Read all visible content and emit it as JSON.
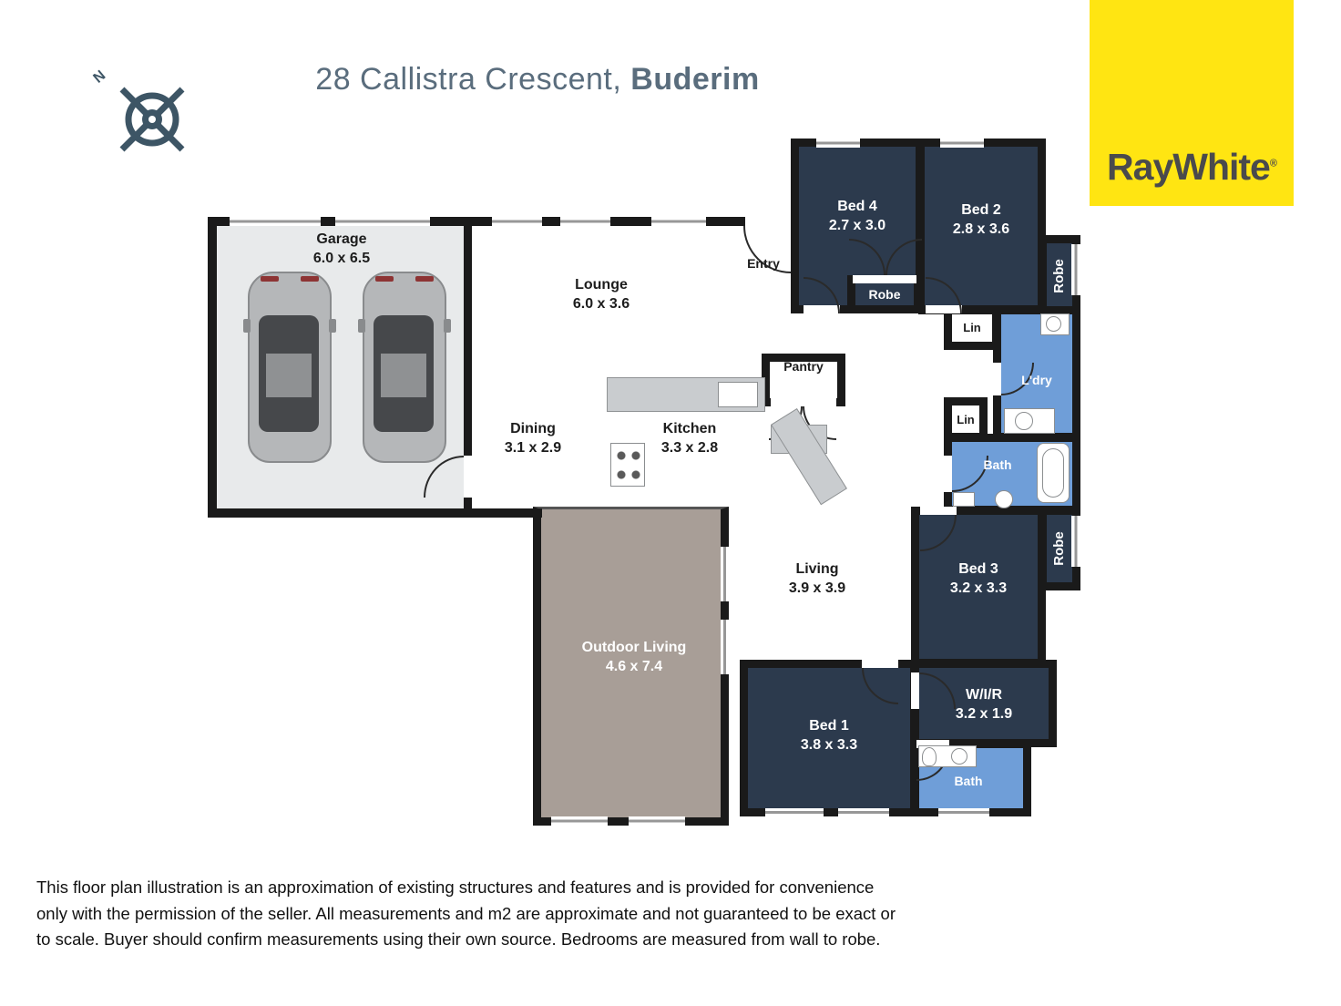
{
  "header": {
    "title_regular": "28 Callistra Crescent,",
    "title_bold": "Buderim",
    "title_color": "#5A6D7D"
  },
  "compass": {
    "north_label": "N"
  },
  "brand": {
    "logo_text": "RayWhite",
    "registered_mark": "®",
    "background_color": "#FFE512",
    "text_color": "#4A4A4C"
  },
  "colors": {
    "wall": "#1A1A1A",
    "bedroom_fill": "#2C3A4D",
    "wet_area_fill": "#6F9ED8",
    "garage_fill": "#E8EAEB",
    "outdoor_fill": "#A89E97",
    "counter_fill": "#C9CCCF"
  },
  "rooms": {
    "garage": {
      "name": "Garage",
      "dims": "6.0 x 6.5"
    },
    "lounge": {
      "name": "Lounge",
      "dims": "6.0 x 3.6"
    },
    "entry": {
      "name": "Entry"
    },
    "bed4": {
      "name": "Bed 4",
      "dims": "2.7 x 3.0"
    },
    "bed2": {
      "name": "Bed 2",
      "dims": "2.8 x 3.6"
    },
    "robe_bed4": {
      "name": "Robe"
    },
    "robe_bed2": {
      "name": "Robe"
    },
    "lin_upper": {
      "name": "Lin"
    },
    "lin_lower": {
      "name": "Lin"
    },
    "laundry": {
      "name": "L'dry"
    },
    "bath_main": {
      "name": "Bath"
    },
    "bed3": {
      "name": "Bed 3",
      "dims": "3.2 x 3.3"
    },
    "robe_bed3": {
      "name": "Robe"
    },
    "wir": {
      "name": "W/I/R",
      "dims": "3.2 x 1.9"
    },
    "bath_ensuite": {
      "name": "Bath"
    },
    "bed1": {
      "name": "Bed 1",
      "dims": "3.8 x 3.3"
    },
    "living": {
      "name": "Living",
      "dims": "3.9 x 3.9"
    },
    "dining": {
      "name": "Dining",
      "dims": "3.1 x 2.9"
    },
    "kitchen": {
      "name": "Kitchen",
      "dims": "3.3 x 2.8"
    },
    "pantry": {
      "name": "Pantry"
    },
    "outdoor": {
      "name": "Outdoor Living",
      "dims": "4.6 x 7.4"
    }
  },
  "disclaimer": {
    "line1": "This floor plan illustration is an approximation of existing structures and features and is provided for convenience",
    "line2": "only with the permission of the seller. All measurements and m2 are approximate and not guaranteed to be exact or",
    "line3": "to scale. Buyer should confirm measurements using their own source. Bedrooms are measured from wall to robe."
  }
}
